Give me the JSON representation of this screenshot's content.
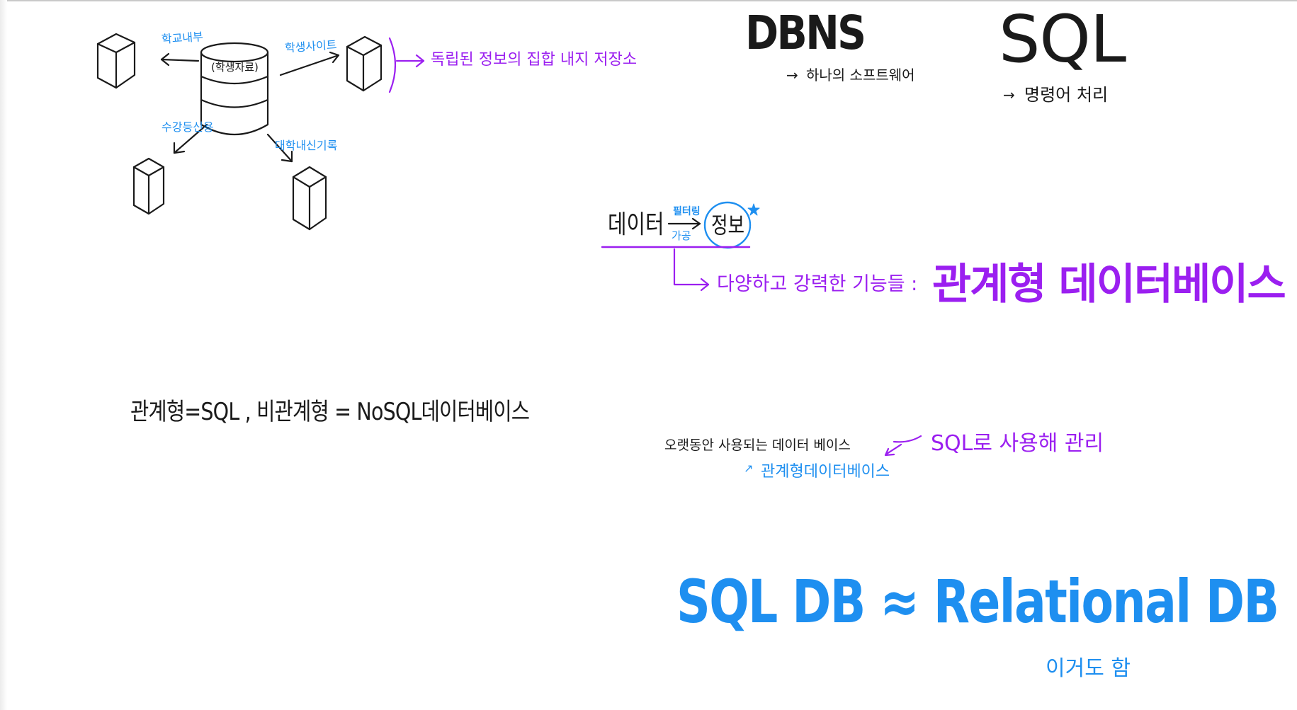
{
  "colors": {
    "ink": "#1a1a1a",
    "blue": "#1e8ff0",
    "purple": "#9b1ff0",
    "background": "#ffffff"
  },
  "diagram": {
    "db_label": "(학생자료)",
    "arrows": {
      "top_left": "학교내부",
      "top_right": "학생사이트",
      "bottom_left": "수강등신용",
      "bottom_right": "대학내신기록"
    },
    "definition": "독립된 정보의 집합 내지 저장소"
  },
  "dbms": {
    "title": "DBNS",
    "desc": "하나의 소프트웨어"
  },
  "sql": {
    "title": "SQL",
    "desc": "명령어 처리"
  },
  "data_info": {
    "data": "데이터",
    "arrow_top": "필터링",
    "arrow_bottom": "가공",
    "info": "정보",
    "result_prefix": "다양하고 강력한 기능들 :",
    "result_highlight": "관계형 데이터베이스"
  },
  "equation": "관계형=SQL , 비관계형 = NoSQL데이터베이스",
  "note": {
    "line1": "오랫동안 사용되는 데이터 베이스",
    "line2": "관계형데이터베이스",
    "side": "SQL로 사용해 관리"
  },
  "big_equation": "SQL DB ≈ Relational DB",
  "footnote": "이거도 함"
}
